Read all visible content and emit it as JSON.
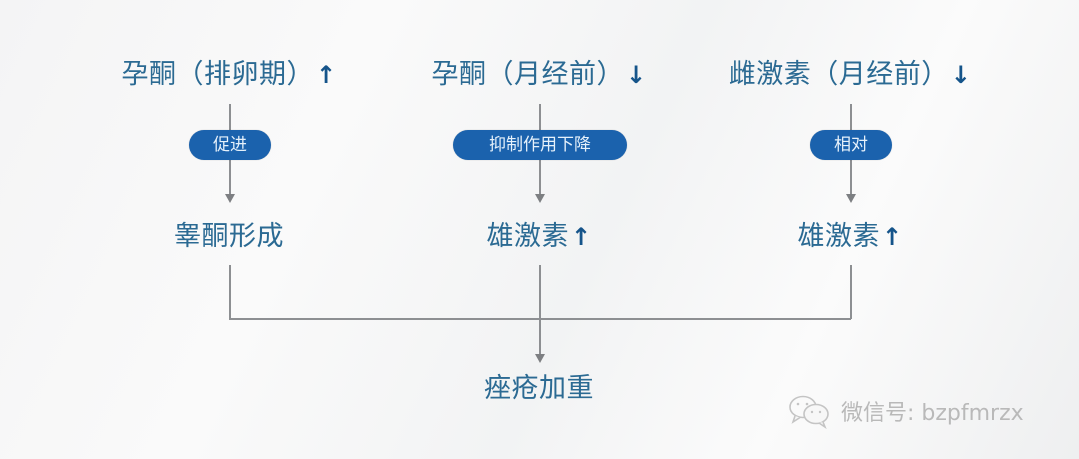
{
  "diagram": {
    "top_row": [
      {
        "label": "孕酮（排卵期）",
        "trend": "↑",
        "trend_name": "up-arrow"
      },
      {
        "label": "孕酮（月经前）",
        "trend": "↓",
        "trend_name": "down-arrow"
      },
      {
        "label": "雌激素（月经前）",
        "trend": "↓",
        "trend_name": "down-arrow"
      }
    ],
    "edge_labels": [
      "促进",
      "抑制作用下降",
      "相对"
    ],
    "middle_row": [
      {
        "label": "睾酮形成",
        "trend": ""
      },
      {
        "label": "雄激素",
        "trend": "↑"
      },
      {
        "label": "雄激素",
        "trend": "↑"
      }
    ],
    "result": {
      "label": "痤疮加重"
    },
    "colors": {
      "node_text": "#2b6a93",
      "pill_bg": "#1b62ad",
      "pill_text": "#e6f1fb",
      "connector": "#8d8f92",
      "trend_arrow": "#15548a"
    }
  },
  "watermark": {
    "icon": "wechat-icon",
    "text": "微信号: bzpfmrzx"
  }
}
